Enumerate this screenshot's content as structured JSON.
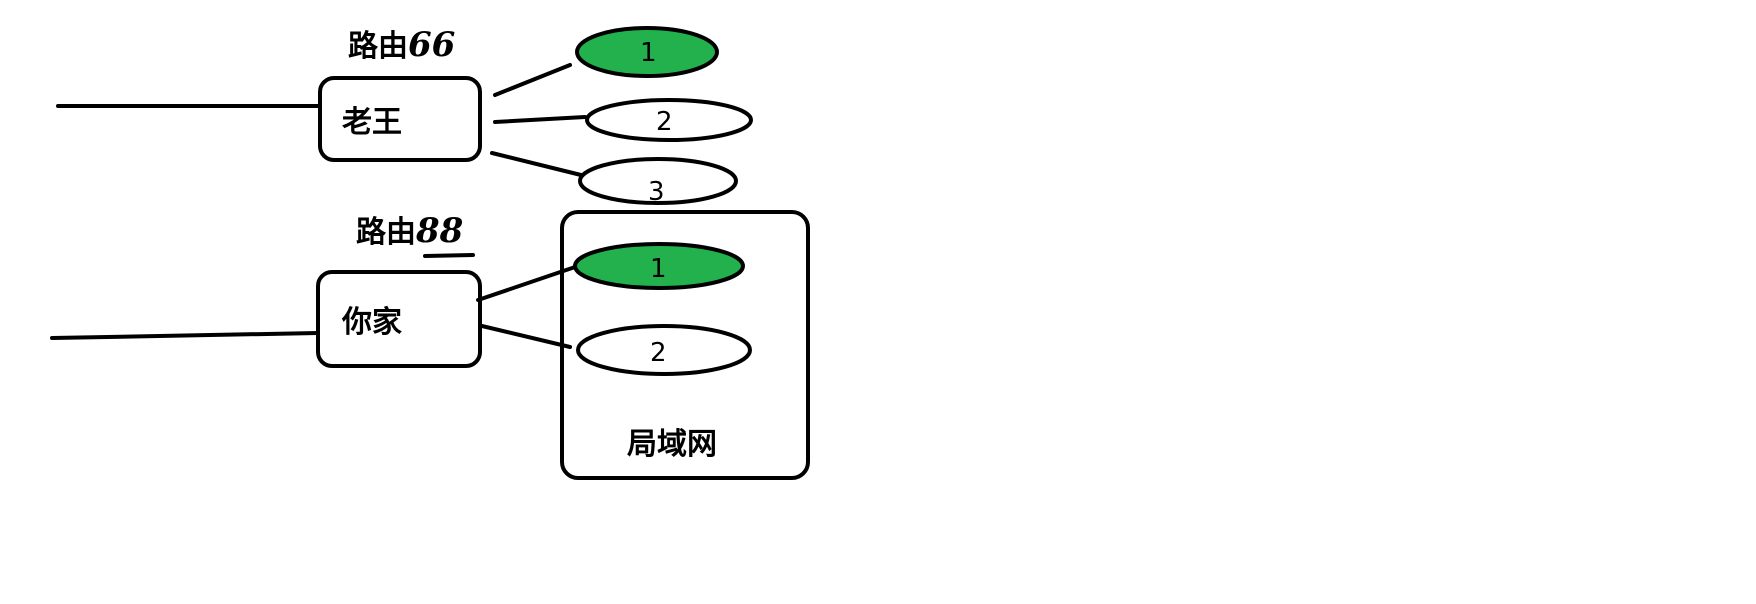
{
  "routers": [
    {
      "label_prefix": "路由",
      "number": "66",
      "box_label": "老王"
    },
    {
      "label_prefix": "路由",
      "number": "88",
      "box_label": "你家"
    }
  ],
  "devices_top": [
    "1",
    "2",
    "3"
  ],
  "devices_bottom": [
    "1",
    "2"
  ],
  "lan_label": "局域网",
  "colors": {
    "active": "#22b14c",
    "inactive": "#ffffff",
    "stroke": "#000000"
  }
}
